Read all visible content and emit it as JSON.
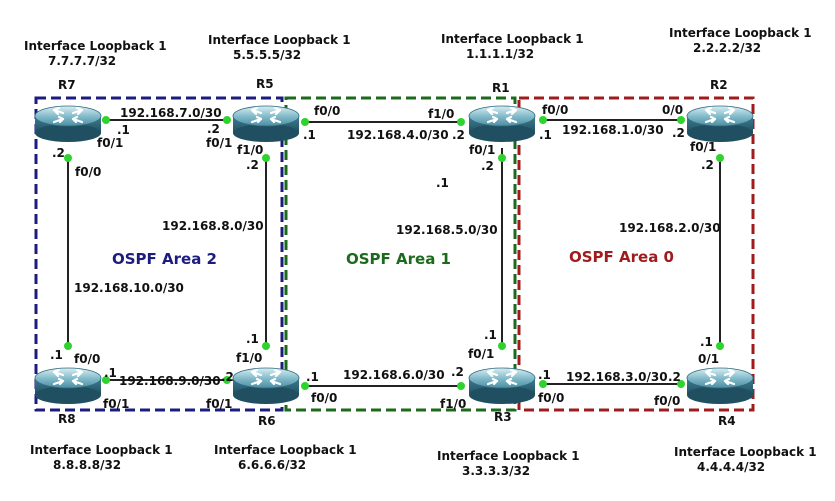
{
  "routers": [
    {
      "name": "R1",
      "loopback_title": "Interface Loopback 1",
      "loopback_ip": "1.1.1.1/32"
    },
    {
      "name": "R2",
      "loopback_title": "Interface Loopback 1",
      "loopback_ip": "2.2.2.2/32"
    },
    {
      "name": "R3",
      "loopback_title": "Interface Loopback 1",
      "loopback_ip": "3.3.3.3/32"
    },
    {
      "name": "R4",
      "loopback_title": "Interface Loopback 1",
      "loopback_ip": "4.4.4.4/32"
    },
    {
      "name": "R5",
      "loopback_title": "Interface Loopback 1",
      "loopback_ip": "5.5.5.5/32"
    },
    {
      "name": "R6",
      "loopback_title": "Interface Loopback 1",
      "loopback_ip": "6.6.6.6/32"
    },
    {
      "name": "R7",
      "loopback_title": "Interface Loopback 1",
      "loopback_ip": "7.7.7.7/32"
    },
    {
      "name": "R8",
      "loopback_title": "Interface Loopback 1",
      "loopback_ip": "8.8.8.8/32"
    }
  ],
  "areas": [
    {
      "label": "OSPF Area 0",
      "color": "#a01c1c"
    },
    {
      "label": "OSPF Area 1",
      "color": "#1c6a1c"
    },
    {
      "label": "OSPF Area 2",
      "color": "#1c1c80"
    }
  ],
  "links": [
    {
      "subnet": "192.168.1.0/30",
      "a_if": "f0/0",
      "a_host": ".1",
      "b_if": "0/0",
      "b_host": ".2"
    },
    {
      "subnet": "192.168.2.0/30",
      "a_if": "f0/1",
      "a_host": ".2",
      "b_if": "0/1",
      "b_host": ".1"
    },
    {
      "subnet": "192.168.3.0/30",
      "a_if": "f0/0",
      "a_host": ".1",
      "b_if": "f0/0",
      "b_host": ".2"
    },
    {
      "subnet": "192.168.4.0/30",
      "a_if": "f0/0",
      "a_host": ".1",
      "b_if": "f1/0",
      "b_host": ".2"
    },
    {
      "subnet": "192.168.5.0/30",
      "a_if": "f0/1",
      "a_host": ".2",
      "b_if": "f0/1",
      "b_host": ".1",
      "extra": ".1"
    },
    {
      "subnet": "192.168.6.0/30",
      "a_if": "f0/0",
      "a_host": ".1",
      "b_if": "f1/0",
      "b_host": ".2"
    },
    {
      "subnet": "192.168.7.0/30",
      "a_if": "f0/1",
      "a_host": ".1",
      "b_if": "f0/1",
      "b_host": ".2"
    },
    {
      "subnet": "192.168.8.0/30",
      "a_if": "f1/0",
      "a_host": ".2",
      "b_if": "f1/0",
      "b_host": ".1"
    },
    {
      "subnet": "192.168.9.0/30",
      "a_if": "f0/1",
      "a_host": ".1",
      "b_if": "f0/1",
      "b_host": ".2"
    },
    {
      "subnet": "192.168.10.0/30",
      "a_if": "f0/0",
      "a_host": ".2",
      "b_if": "f0/0",
      "b_host": ".1"
    }
  ]
}
